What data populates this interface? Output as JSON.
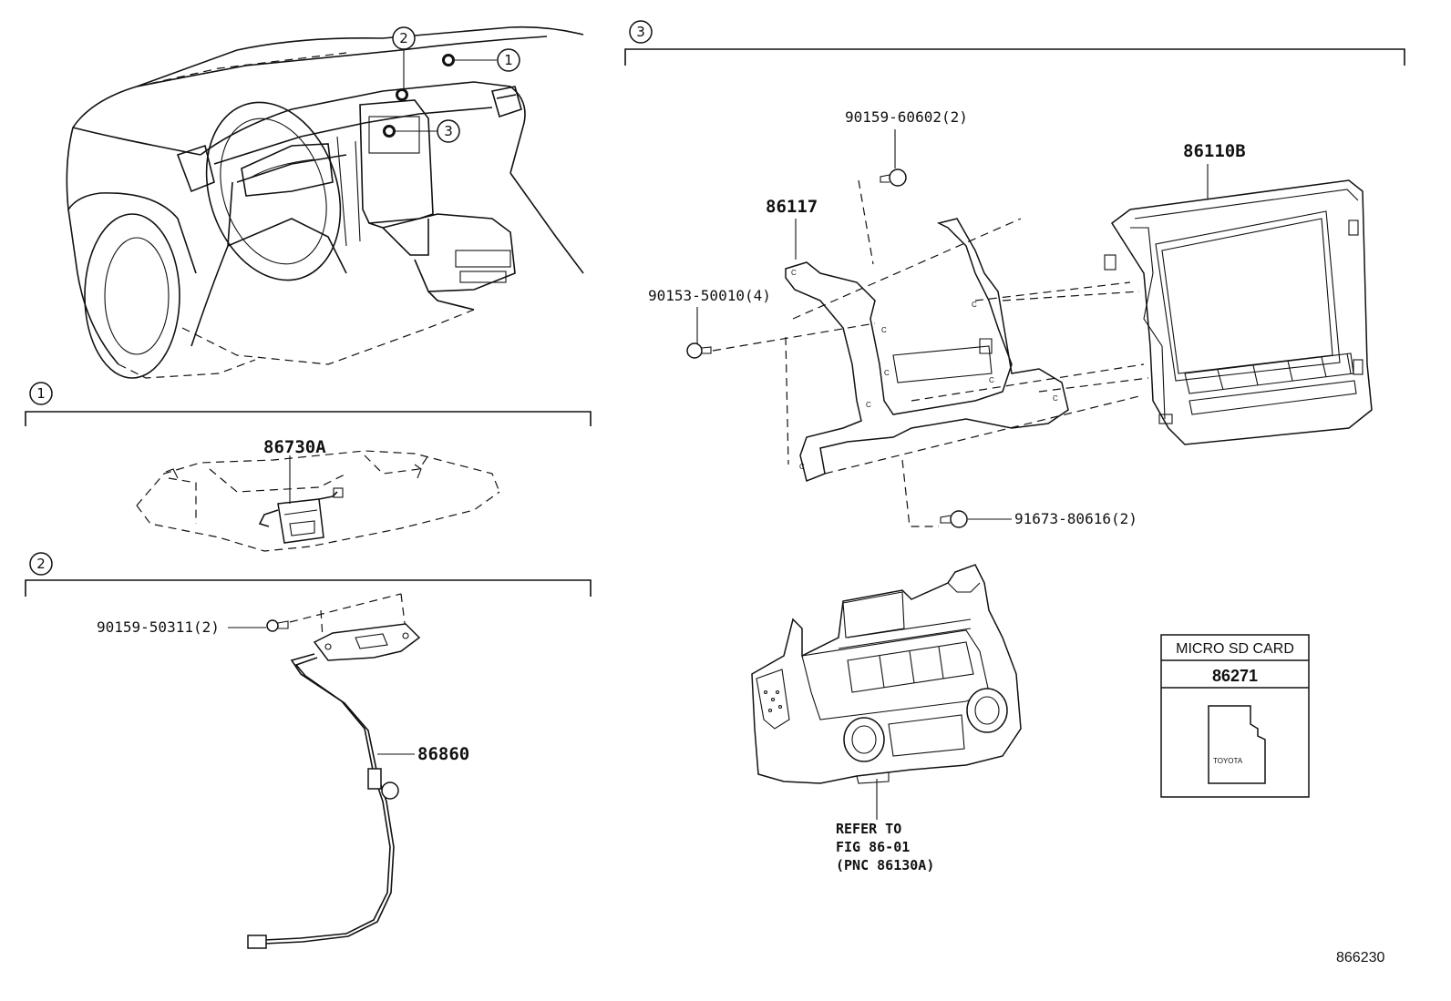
{
  "callouts": {
    "c1": "1",
    "c2": "2",
    "c3": "3"
  },
  "parts": {
    "p86730A": "86730A",
    "p90159_50311": "90159-50311(2)",
    "p86860": "86860",
    "p90159_60602": "90159-60602(2)",
    "p86117": "86117",
    "p86110B": "86110B",
    "p90153_50010": "90153-50010(4)",
    "p91673_80616": "91673-80616(2)"
  },
  "reference": {
    "line1": "REFER TO",
    "line2": "FIG 86-01",
    "line3": "(PNC 86130A)"
  },
  "sd_card_box": {
    "title": "MICRO SD CARD",
    "part": "86271",
    "logo": "TOYOTA"
  },
  "figure_id": "866230"
}
